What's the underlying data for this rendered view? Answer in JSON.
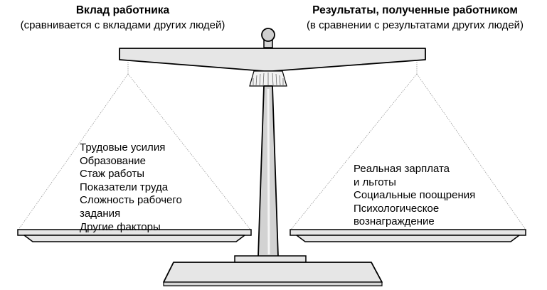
{
  "left_caption": {
    "title": "Вклад работника",
    "subtitle": "(сравнивается с вкладами других людей)"
  },
  "right_caption": {
    "title": "Результаты, полученные работником",
    "subtitle": "(в сравнении с результатами других людей)"
  },
  "left_items": [
    "Трудовые усилия",
    "Образование",
    "Стаж работы",
    "Показатели труда",
    "Сложность рабочего",
    "задания",
    "Другие факторы"
  ],
  "right_items": [
    "Реальная зарплата",
    "и льготы",
    "Социальные поощрения",
    "Психологическое",
    "вознаграждение"
  ]
}
